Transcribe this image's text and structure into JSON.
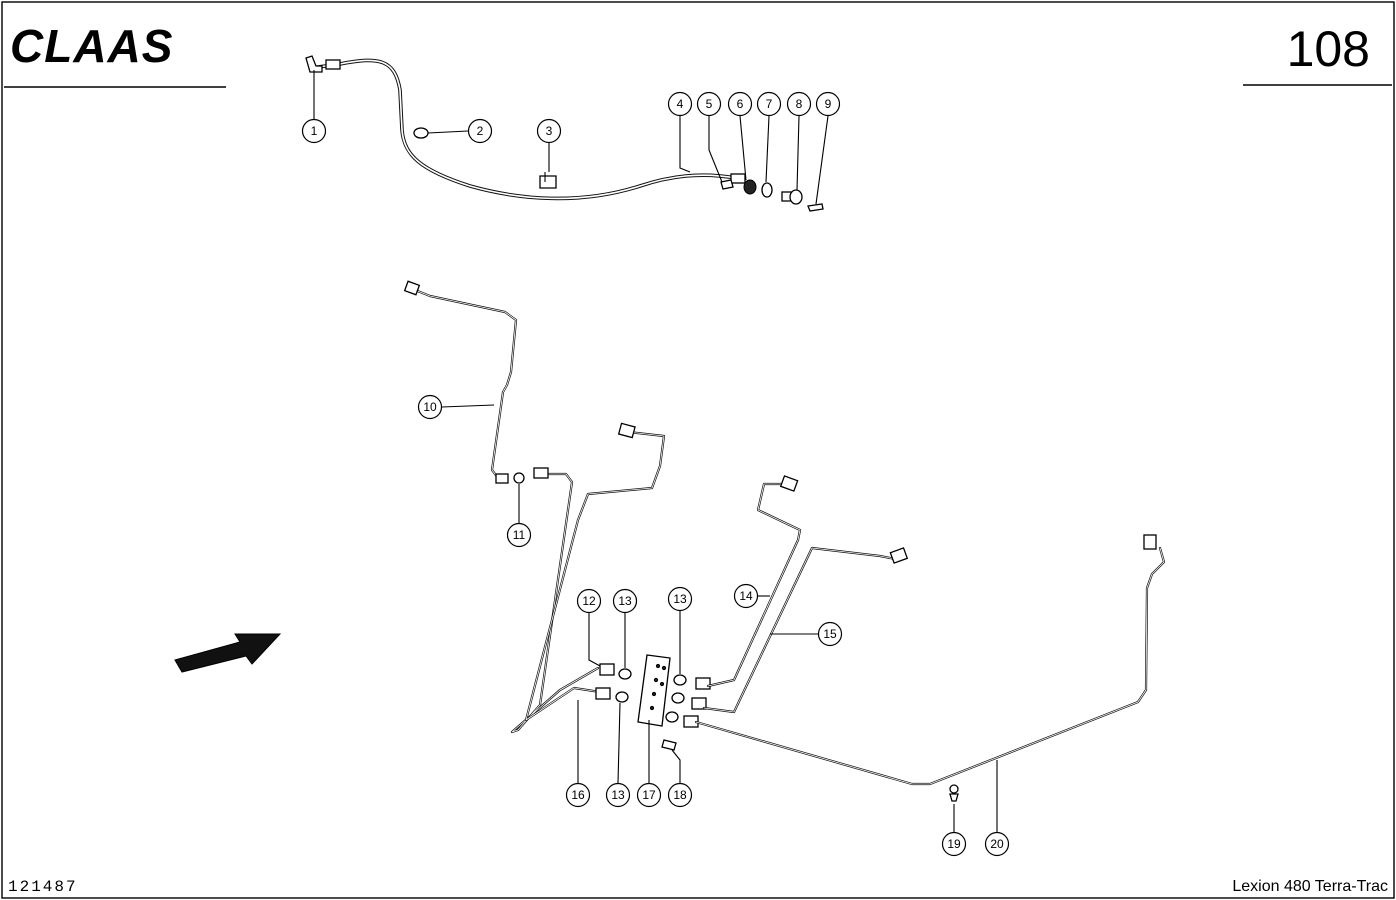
{
  "header": {
    "brand": "CLAAS",
    "page_number": "108"
  },
  "footer": {
    "doc_number": "121487",
    "model": "Lexion 480 Terra-Trac"
  },
  "callouts": [
    "1",
    "2",
    "3",
    "4",
    "5",
    "6",
    "7",
    "8",
    "9",
    "10",
    "11",
    "12",
    "13",
    "13",
    "14",
    "15",
    "16",
    "13",
    "17",
    "18",
    "19",
    "20"
  ]
}
